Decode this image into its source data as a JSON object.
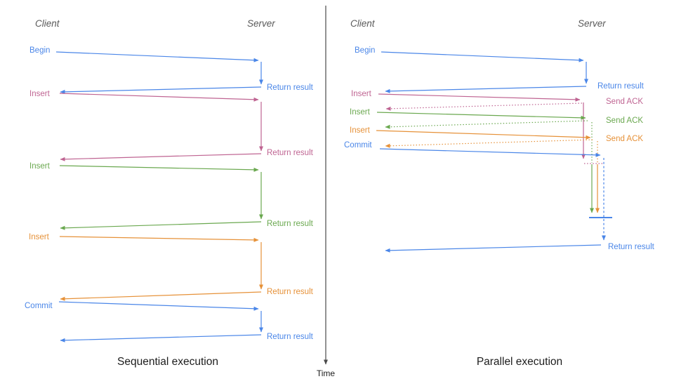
{
  "colors": {
    "blue": "#4a86e8",
    "pink": "#bf6492",
    "green": "#6aa84f",
    "orange": "#e69138",
    "heading": "#595959",
    "title": "#1c1c1c",
    "axis": "#4a4a4a"
  },
  "time_axis": {
    "label": "Time"
  },
  "panels": [
    {
      "title": "Sequential execution",
      "client_label": "Client",
      "server_label": "Server",
      "messages": [
        {
          "label": "Begin",
          "return_label": "Return result"
        },
        {
          "label": "Insert",
          "return_label": "Return result"
        },
        {
          "label": "Insert",
          "return_label": "Return result"
        },
        {
          "label": "Insert",
          "return_label": "Return result"
        },
        {
          "label": "Commit",
          "return_label": "Return result"
        }
      ]
    },
    {
      "title": "Parallel execution",
      "client_label": "Client",
      "server_label": "Server",
      "messages": [
        {
          "label": "Begin",
          "return_label": "Return result"
        },
        {
          "label": "Insert",
          "ack_label": "Send ACK"
        },
        {
          "label": "Insert",
          "ack_label": "Send ACK"
        },
        {
          "label": "Insert",
          "ack_label": "Send ACK"
        },
        {
          "label": "Commit",
          "return_label": "Return result"
        }
      ]
    }
  ]
}
